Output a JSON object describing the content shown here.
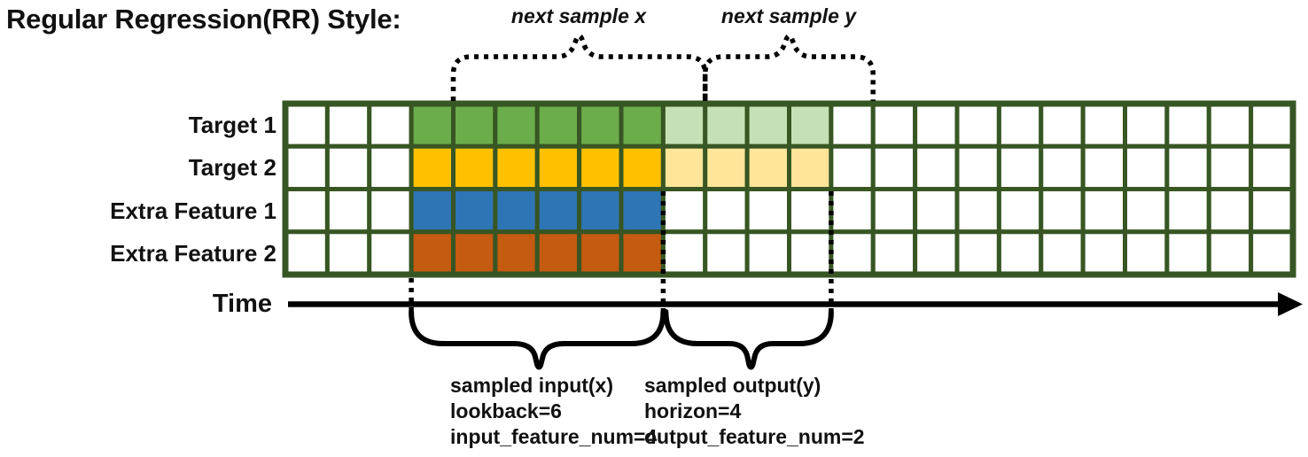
{
  "title": "Regular Regression(RR) Style:",
  "top_annotations": {
    "next_sample_x": "next sample x",
    "next_sample_y": "next sample y"
  },
  "rows": [
    {
      "label": "Target 1",
      "solid_color": "#6CAD4B",
      "light_color": "#C5E0B4"
    },
    {
      "label": "Target 2",
      "solid_color": "#FFC000",
      "light_color": "#FFE599"
    },
    {
      "label": "Extra Feature 1",
      "solid_color": "#2E75B6",
      "light_color": null
    },
    {
      "label": "Extra Feature 2",
      "solid_color": "#C55A11",
      "light_color": null
    }
  ],
  "grid": {
    "total_columns": 24,
    "lead_empty_columns": 3,
    "input_columns": 6,
    "output_columns": 4,
    "border_color": "#375623",
    "empty_cell_color": "#FFFFFF"
  },
  "time_axis": {
    "label": "Time"
  },
  "bottom_annotations": {
    "input": {
      "lines": [
        "sampled input(x)",
        "lookback=6",
        "input_feature_num=4"
      ]
    },
    "output": {
      "lines": [
        "sampled output(y)",
        "horizon=4",
        "output_feature_num=2"
      ]
    }
  }
}
